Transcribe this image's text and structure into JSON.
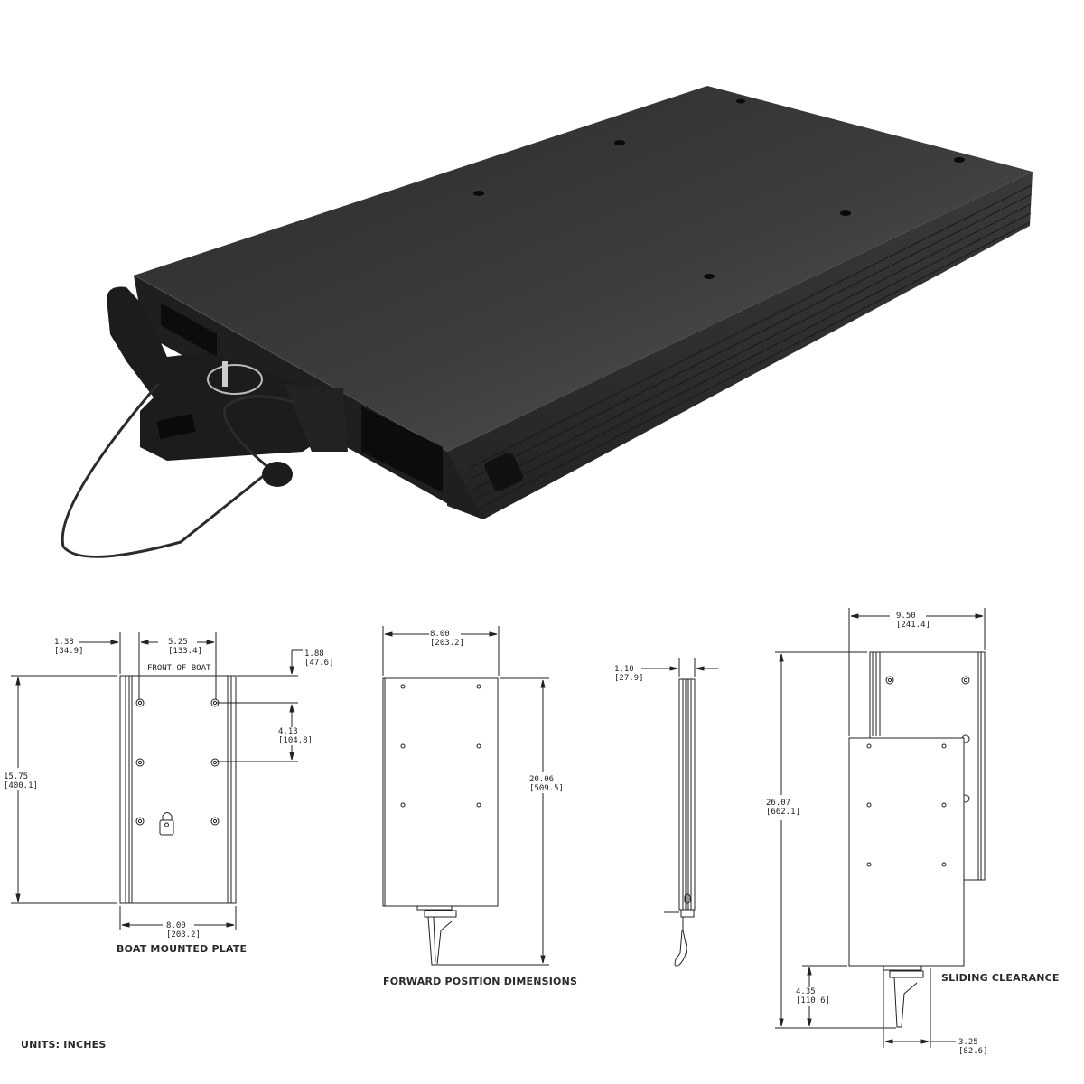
{
  "product_render": {
    "subject": "Jack plate / trolling motor quick-release sliding mount plate, black anodized, with lock pin and lanyard",
    "colors": {
      "plate_top": "#3a3a3a",
      "plate_side": "#2a2a2a",
      "background": "#ffffff"
    }
  },
  "views": {
    "boat_mounted_plate": {
      "label": "BOAT MOUNTED PLATE",
      "front_label": "FRONT OF BOAT",
      "dims": {
        "offset_left": {
          "in": "1.38",
          "mm": "[34.9]"
        },
        "hole_spacing_x": {
          "in": "5.25",
          "mm": "[133.4]"
        },
        "top_to_hole": {
          "in": "1.88",
          "mm": "[47.6]"
        },
        "hole_spacing_y": {
          "in": "4.13",
          "mm": "[104.8]"
        },
        "length": {
          "in": "15.75",
          "mm": "[400.1]"
        },
        "width": {
          "in": "8.00",
          "mm": "[203.2]"
        }
      }
    },
    "forward_position": {
      "label": "FORWARD POSITION DIMENSIONS",
      "dims": {
        "width": {
          "in": "8.00",
          "mm": "[203.2]"
        },
        "length": {
          "in": "20.06",
          "mm": "[509.5]"
        }
      }
    },
    "side_view": {
      "dims": {
        "thickness": {
          "in": "1.10",
          "mm": "[27.9]"
        }
      }
    },
    "sliding_clearance": {
      "label": "SLIDING CLEARANCE",
      "dims": {
        "overall_width": {
          "in": "9.50",
          "mm": "[241.4]"
        },
        "overall_length": {
          "in": "26.07",
          "mm": "[662.1]"
        },
        "bracket_drop": {
          "in": "4.35",
          "mm": "[110.6]"
        },
        "bracket_width": {
          "in": "3.25",
          "mm": "[82.6]"
        }
      }
    }
  },
  "footer": {
    "units": "UNITS: INCHES"
  }
}
